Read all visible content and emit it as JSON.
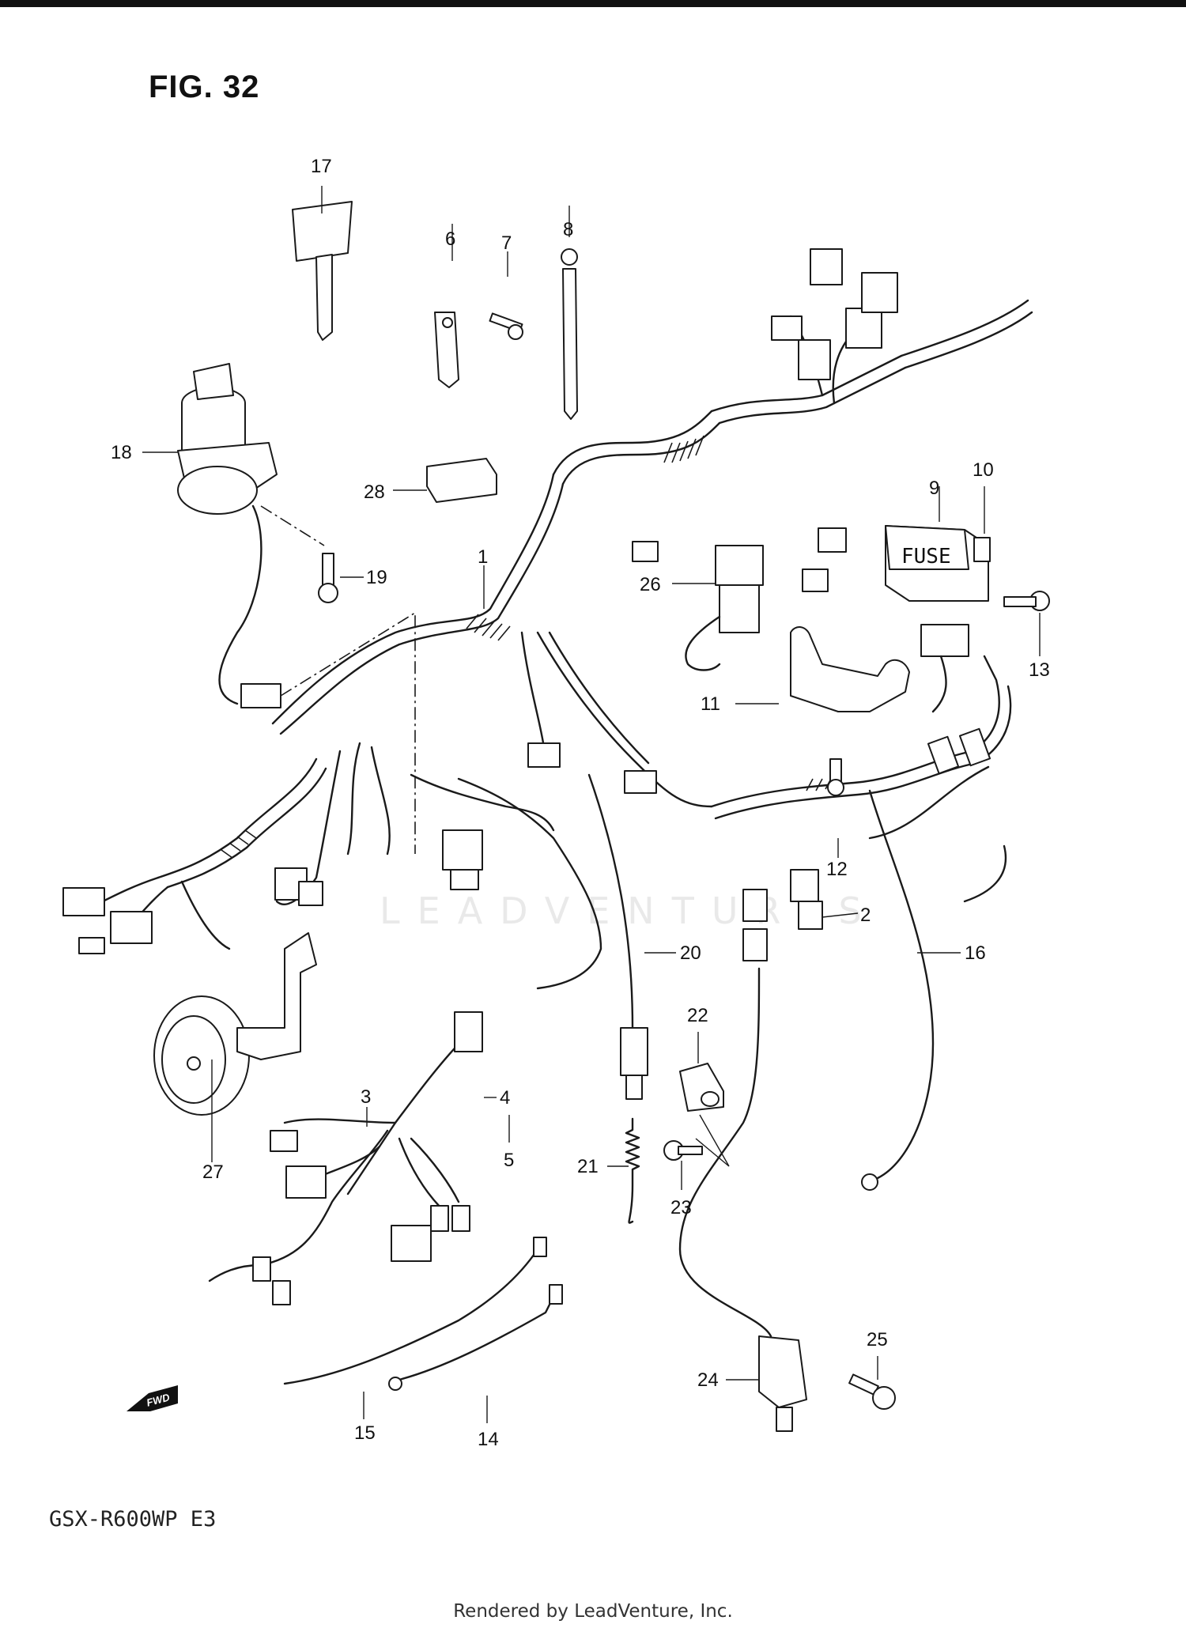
{
  "figure_title": "FIG. 32",
  "model_code": "GSX-R600WP E3",
  "credit": "Rendered by LeadVenture, Inc.",
  "watermark": "LEADVENTURES",
  "labels": {
    "fuse": "FUSE",
    "fwd": "FWD"
  },
  "callouts": [
    "1",
    "2",
    "3",
    "4",
    "5",
    "6",
    "7",
    "8",
    "9",
    "10",
    "11",
    "12",
    "13",
    "14",
    "15",
    "16",
    "17",
    "18",
    "19",
    "20",
    "21",
    "22",
    "23",
    "24",
    "25",
    "26",
    "27",
    "28"
  ]
}
